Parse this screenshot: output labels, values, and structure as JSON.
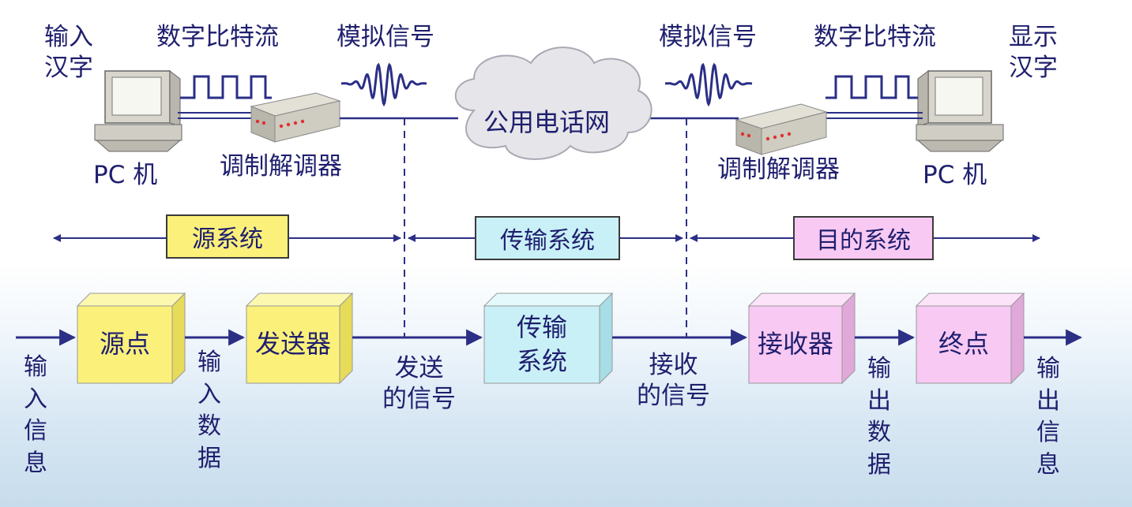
{
  "top": {
    "left_input_label": "输入\n汉字",
    "left_digital_label": "数字比特流",
    "left_analog_label": "模拟信号",
    "right_analog_label": "模拟信号",
    "right_digital_label": "数字比特流",
    "right_output_label": "显示\n汉字",
    "left_pc_label": "PC 机",
    "right_pc_label": "PC 机",
    "left_modem_label": "调制解调器",
    "right_modem_label": "调制解调器",
    "cloud_label": "公用电话网"
  },
  "systems": {
    "source": "源系统",
    "transmission": "传输系统",
    "destination": "目的系统"
  },
  "blocks": {
    "source_point": "源点",
    "transmitter": "发送器",
    "transmission_system": "传输\n系统",
    "receiver": "接收器",
    "end_point": "终点"
  },
  "flow": {
    "input_info": "输入信息",
    "input_data": "输入数据",
    "sent_signal": "发送\n的信号",
    "received_signal": "接收\n的信号",
    "output_data": "输出数据",
    "output_info": "输出信息"
  },
  "colors": {
    "yellow": "#fbf17a",
    "cyan": "#c9f0f7",
    "pink": "#f8c9f3",
    "text": "#1f1f6e",
    "line": "#2b2f86"
  }
}
